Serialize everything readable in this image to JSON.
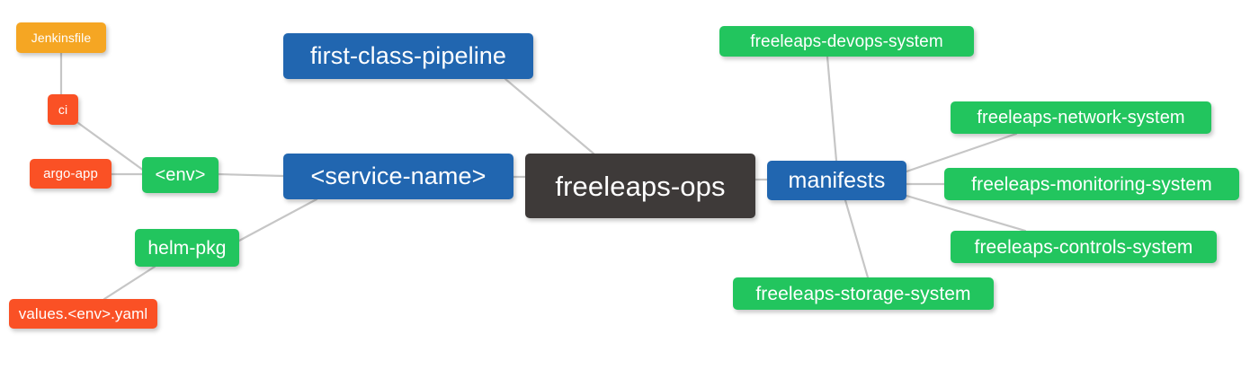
{
  "diagram": {
    "type": "mindmap",
    "title": "freeleaps-ops repository structure",
    "background": "#ffffff",
    "edge_color": "#c6c6c6",
    "palette": {
      "root": "#3E3A39",
      "blue": "#2166B0",
      "green": "#22C55E",
      "orange": "#F5A623",
      "red": "#FA5125",
      "text": "#ffffff"
    },
    "nodes": [
      {
        "id": "freeleaps-ops",
        "label": "freeleaps-ops",
        "color": "#3E3A39",
        "level": 0
      },
      {
        "id": "service-name",
        "label": "<service-name>",
        "color": "#2166B0",
        "level": 1
      },
      {
        "id": "first-class",
        "label": "first-class-pipeline",
        "color": "#2166B0",
        "level": 1
      },
      {
        "id": "manifests",
        "label": "manifests",
        "color": "#2166B0",
        "level": 1
      },
      {
        "id": "env",
        "label": "<env>",
        "color": "#22C55E",
        "level": 2
      },
      {
        "id": "helm-pkg",
        "label": "helm-pkg",
        "color": "#22C55E",
        "level": 2
      },
      {
        "id": "jenkinsfile",
        "label": "Jenkinsfile",
        "color": "#F5A623",
        "level": 4
      },
      {
        "id": "ci",
        "label": "ci",
        "color": "#FA5125",
        "level": 3
      },
      {
        "id": "argo-app",
        "label": "argo-app",
        "color": "#FA5125",
        "level": 3
      },
      {
        "id": "values",
        "label": "values.<env>.yaml",
        "color": "#FA5125",
        "level": 3
      },
      {
        "id": "devops-system",
        "label": "freeleaps-devops-system",
        "color": "#22C55E",
        "level": 2
      },
      {
        "id": "network-system",
        "label": "freeleaps-network-system",
        "color": "#22C55E",
        "level": 2
      },
      {
        "id": "monitoring-system",
        "label": "freeleaps-monitoring-system",
        "color": "#22C55E",
        "level": 2
      },
      {
        "id": "controls-system",
        "label": "freeleaps-controls-system",
        "color": "#22C55E",
        "level": 2
      },
      {
        "id": "storage-system",
        "label": "freeleaps-storage-system",
        "color": "#22C55E",
        "level": 2
      }
    ],
    "edges": [
      {
        "from": "freeleaps-ops",
        "to": "service-name"
      },
      {
        "from": "freeleaps-ops",
        "to": "first-class"
      },
      {
        "from": "freeleaps-ops",
        "to": "manifests"
      },
      {
        "from": "service-name",
        "to": "env"
      },
      {
        "from": "service-name",
        "to": "helm-pkg"
      },
      {
        "from": "env",
        "to": "ci"
      },
      {
        "from": "env",
        "to": "argo-app"
      },
      {
        "from": "ci",
        "to": "jenkinsfile"
      },
      {
        "from": "helm-pkg",
        "to": "values"
      },
      {
        "from": "manifests",
        "to": "devops-system"
      },
      {
        "from": "manifests",
        "to": "network-system"
      },
      {
        "from": "manifests",
        "to": "monitoring-system"
      },
      {
        "from": "manifests",
        "to": "controls-system"
      },
      {
        "from": "manifests",
        "to": "storage-system"
      }
    ]
  }
}
